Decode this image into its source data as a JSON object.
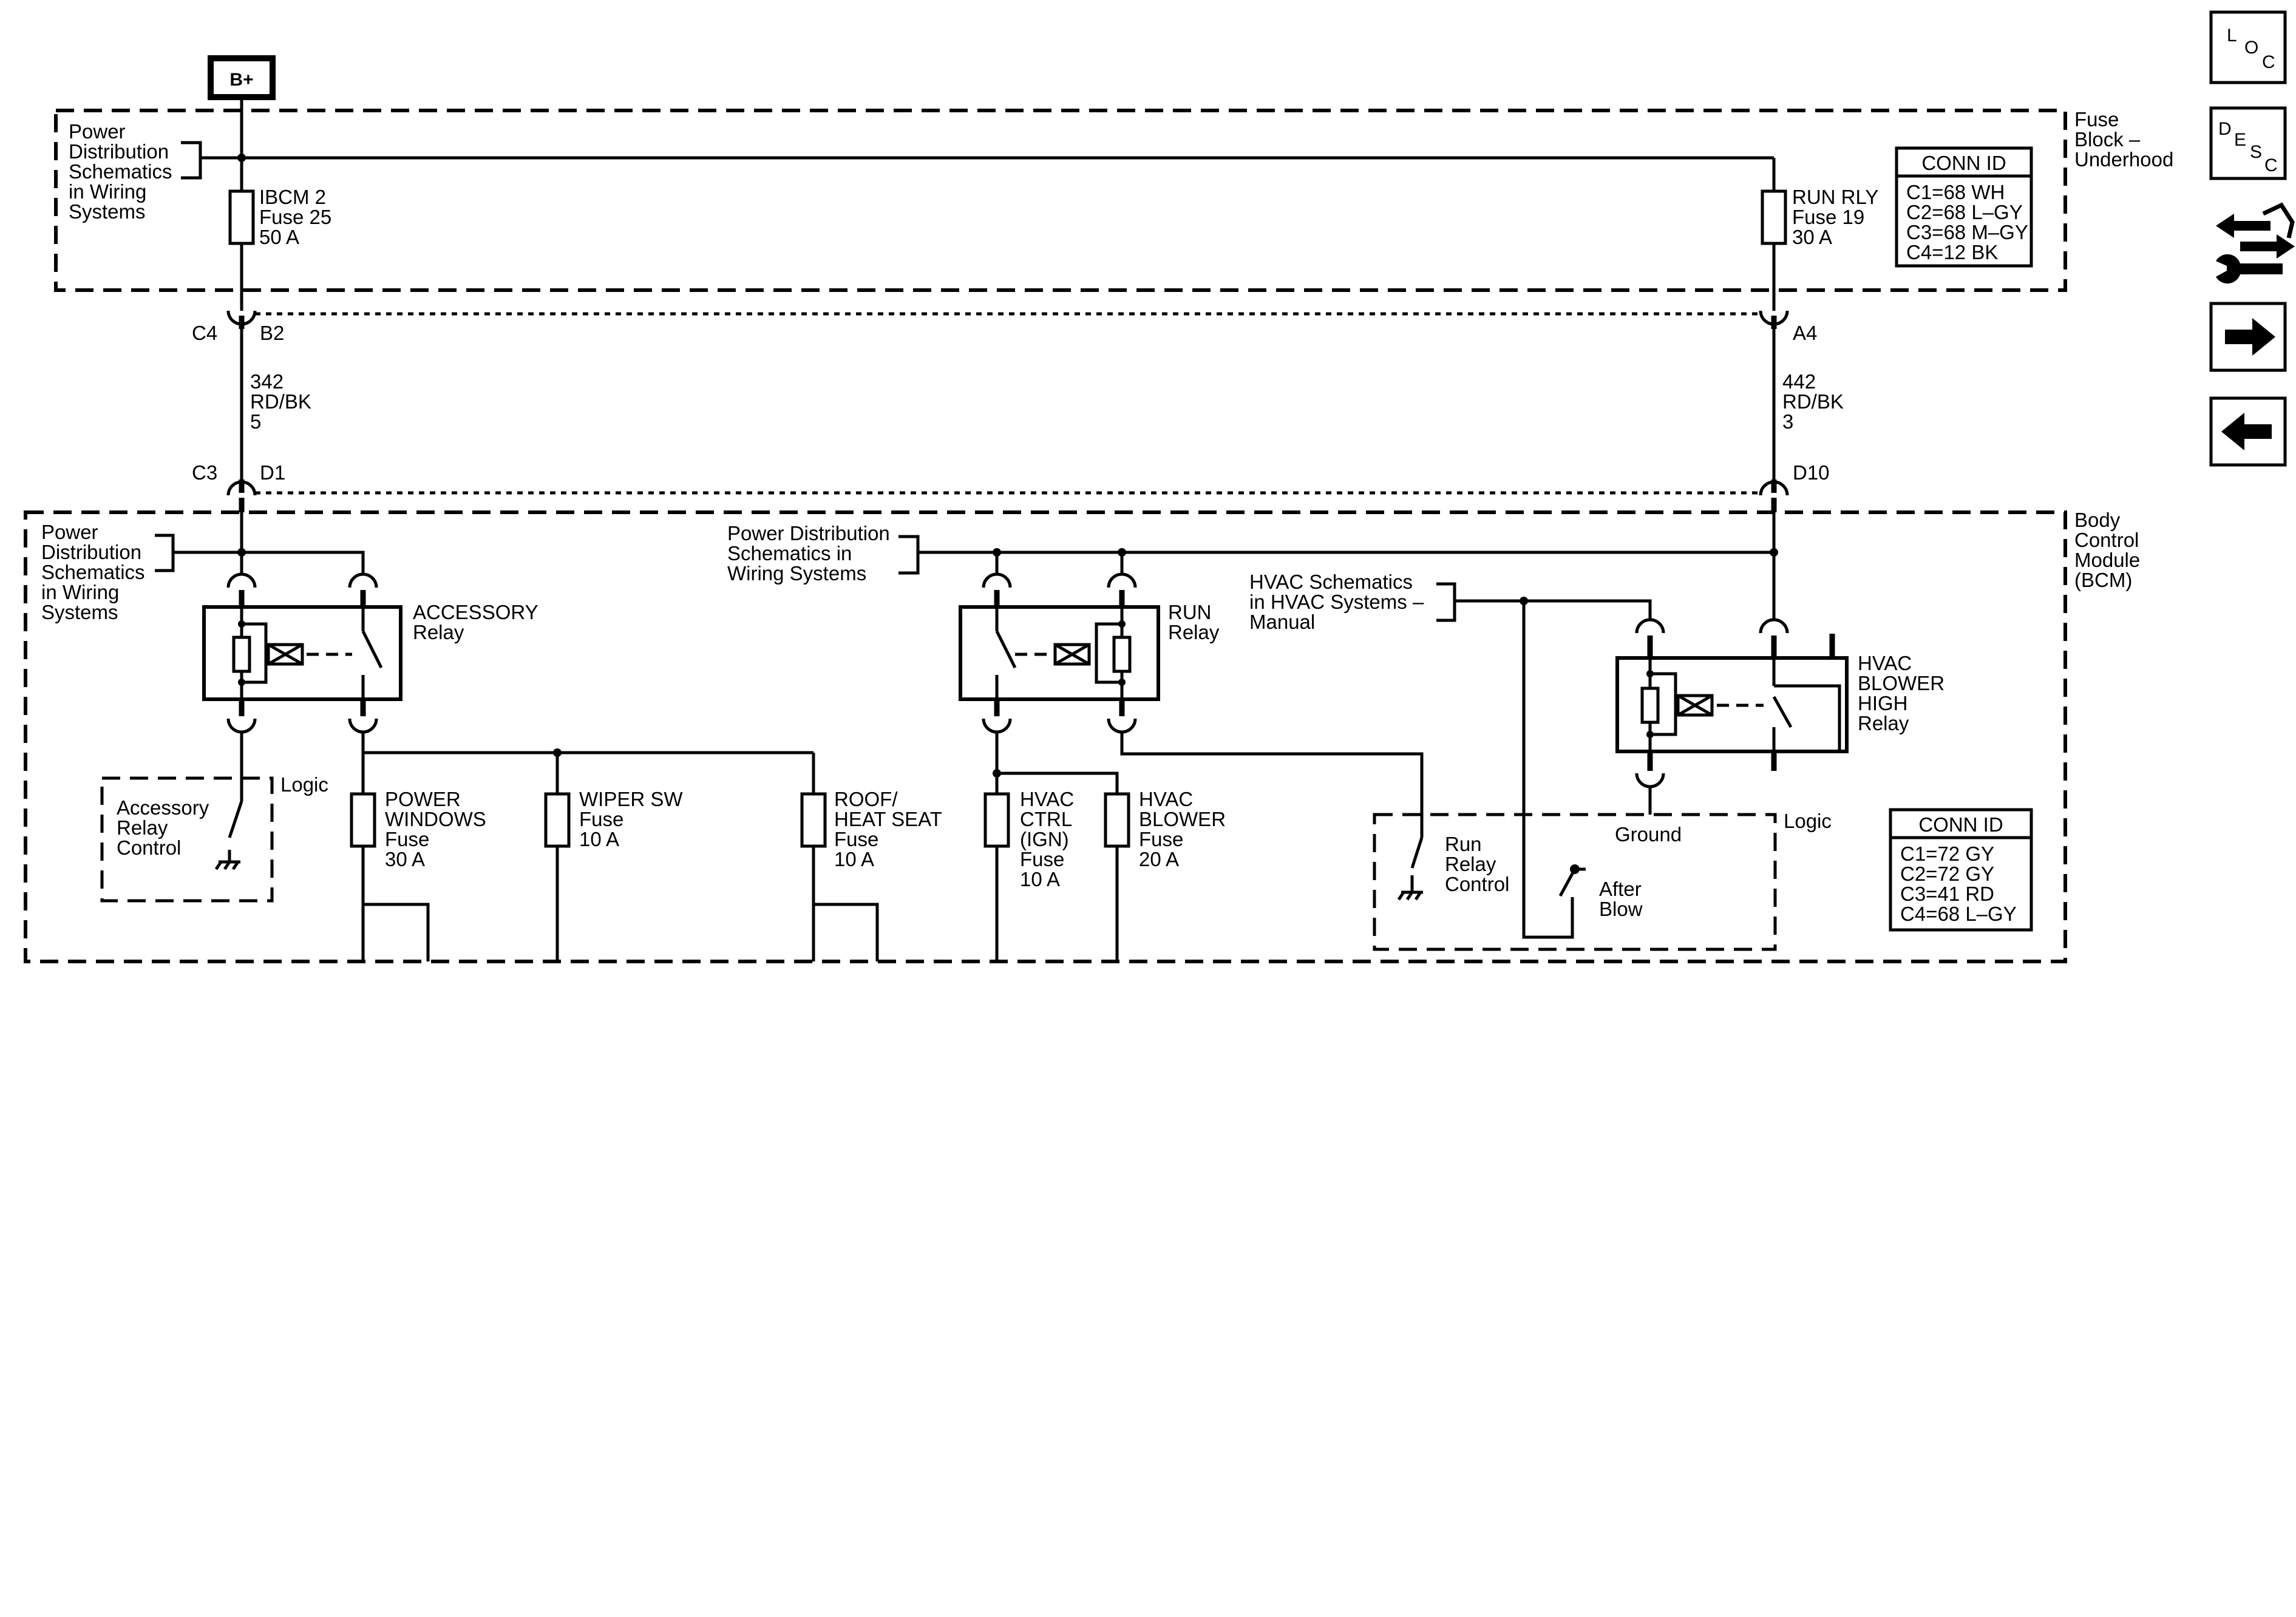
{
  "supply": {
    "label": "B+"
  },
  "fuse_block": {
    "label_lines": [
      "Fuse",
      "Block –",
      "Underhood"
    ],
    "ref_lines": [
      "Power",
      "Distribution",
      "Schematics",
      "in Wiring",
      "Systems"
    ],
    "fuse_ibcm": [
      "IBCM 2",
      "Fuse 25",
      "50 A"
    ],
    "fuse_run": [
      "RUN RLY",
      "Fuse 19",
      "30 A"
    ],
    "conn_id": {
      "title": "CONN ID",
      "rows": [
        "C1=68 WH",
        "C2=68 L–GY",
        "C3=68 M–GY",
        "C4=12 BK"
      ]
    }
  },
  "connectors": {
    "c4": "C4",
    "b2": "B2",
    "a4": "A4",
    "c3": "C3",
    "d1": "D1",
    "d10": "D10"
  },
  "wires": {
    "left": [
      "342",
      "RD/BK",
      "5"
    ],
    "right": [
      "442",
      "RD/BK",
      "3"
    ]
  },
  "bcm": {
    "label_lines": [
      "Body",
      "Control",
      "Module",
      "(BCM)"
    ],
    "ref_left": [
      "Power",
      "Distribution",
      "Schematics",
      "in Wiring",
      "Systems"
    ],
    "ref_mid": [
      "Power Distribution",
      "Schematics in",
      "Wiring Systems"
    ],
    "ref_hvac": [
      "HVAC Schematics",
      "in HVAC Systems –",
      "Manual"
    ],
    "accessory_relay": [
      "ACCESSORY",
      "Relay"
    ],
    "run_relay": [
      "RUN",
      "Relay"
    ],
    "hvac_relay": [
      "HVAC",
      "BLOWER",
      "HIGH",
      "Relay"
    ],
    "logic_left": "Logic",
    "logic_right": "Logic",
    "accessory_control": [
      "Accessory",
      "Relay",
      "Control"
    ],
    "run_control": [
      "Run",
      "Relay",
      "Control"
    ],
    "after_blow": [
      "After",
      "Blow"
    ],
    "ground": "Ground",
    "fuse_power_windows": [
      "POWER",
      "WINDOWS",
      "Fuse",
      "30 A"
    ],
    "fuse_wiper": [
      "WIPER SW",
      "Fuse",
      "10 A"
    ],
    "fuse_roof": [
      "ROOF/",
      "HEAT SEAT",
      "Fuse",
      "10 A"
    ],
    "fuse_hvac_ctrl": [
      "HVAC",
      "CTRL",
      "(IGN)",
      "Fuse",
      "10 A"
    ],
    "fuse_hvac_blower": [
      "HVAC",
      "BLOWER",
      "Fuse",
      "20 A"
    ],
    "conn_id": {
      "title": "CONN ID",
      "rows": [
        "C1=72 GY",
        "C2=72 GY",
        "C3=41 RD",
        "C4=68 L–GY"
      ]
    }
  },
  "nav": {
    "loc": [
      "L",
      "O",
      "C"
    ],
    "desc": [
      "D",
      "E",
      "S",
      "C"
    ]
  }
}
